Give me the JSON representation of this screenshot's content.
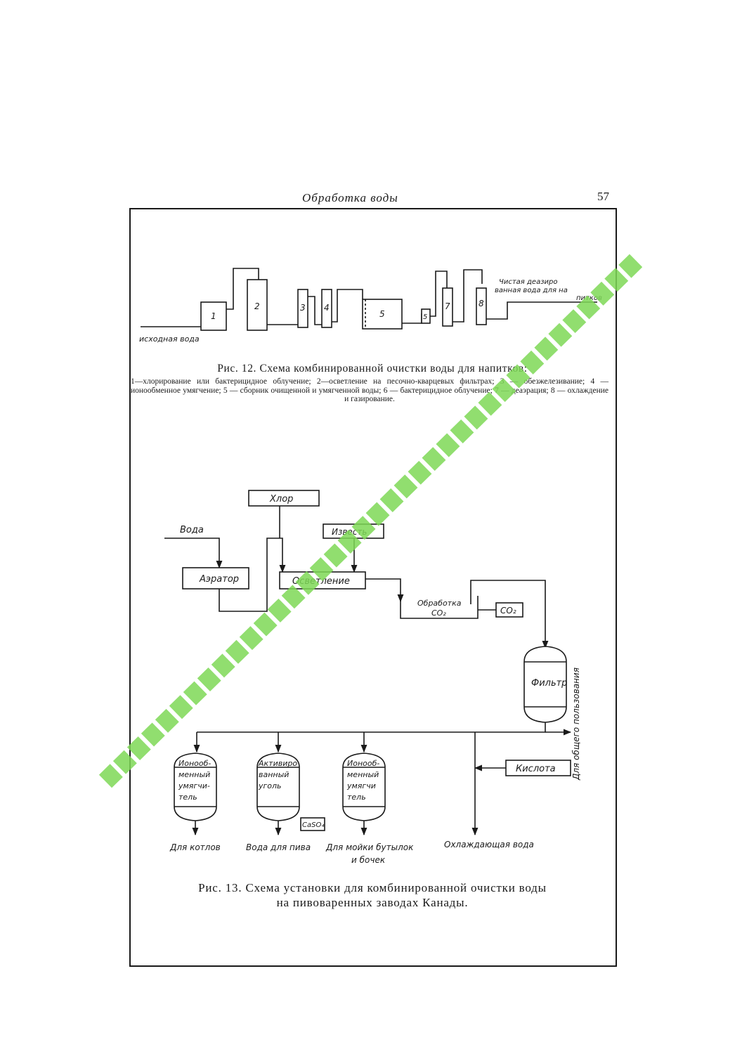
{
  "header": {
    "title": "Обработка воды",
    "page_number": "57"
  },
  "fig12": {
    "labels": {
      "source": "исходная вода",
      "output_line1": "Чистая деазиро",
      "output_line2": "ванная вода для на",
      "output_line3": "питков"
    },
    "units": [
      "1",
      "2",
      "3",
      "4",
      "5",
      "5",
      "7",
      "8"
    ],
    "caption_title": "Рис. 12. Схема комбинированной очистки воды для напитков:",
    "caption_body": "1—хлорирование или бактерицидное облучение; 2—осветление на песочно-кварцевых фильтрах; 3 — обезжелезивание; 4 — ионообменное умягчение; 5 — сборник очищенной и умягченной воды; 6 — бактерицидное облучение; 7 — деаэрация; 8 — охлаждение и газирование."
  },
  "fig13": {
    "labels": {
      "water": "Вода",
      "chlorine": "Хлор",
      "lime": "Известь",
      "aerator": "Аэратор",
      "clarification": "Осветление",
      "co2_treatment_line1": "Обработка",
      "co2_treatment_line2": "CO₂",
      "co2": "CO₂",
      "filter": "Фильтр",
      "general_use": "Для общего пользования",
      "acid": "Кислота",
      "caso4": "CaSO₄",
      "cooling_water": "Охлаждающая вода",
      "vessel1": [
        "Ионооб-",
        "менный",
        "умягчи-",
        "тель"
      ],
      "vessel2": [
        "Активиро",
        "ванный",
        "уголь"
      ],
      "vessel3": [
        "Ионооб-",
        "менный",
        "умягчи",
        "тель"
      ],
      "out1": "Для котлов",
      "out2": "Вода для пива",
      "out3_line1": "Для мойки бутылок",
      "out3_line2": "и бочек"
    },
    "caption_line1": "Рис. 13. Схема установки для комбинированной очистки воды",
    "caption_line2": "на пивоваренных заводах Канады."
  },
  "colors": {
    "ink": "#1a1a1a",
    "watermark": "#7ed957"
  }
}
